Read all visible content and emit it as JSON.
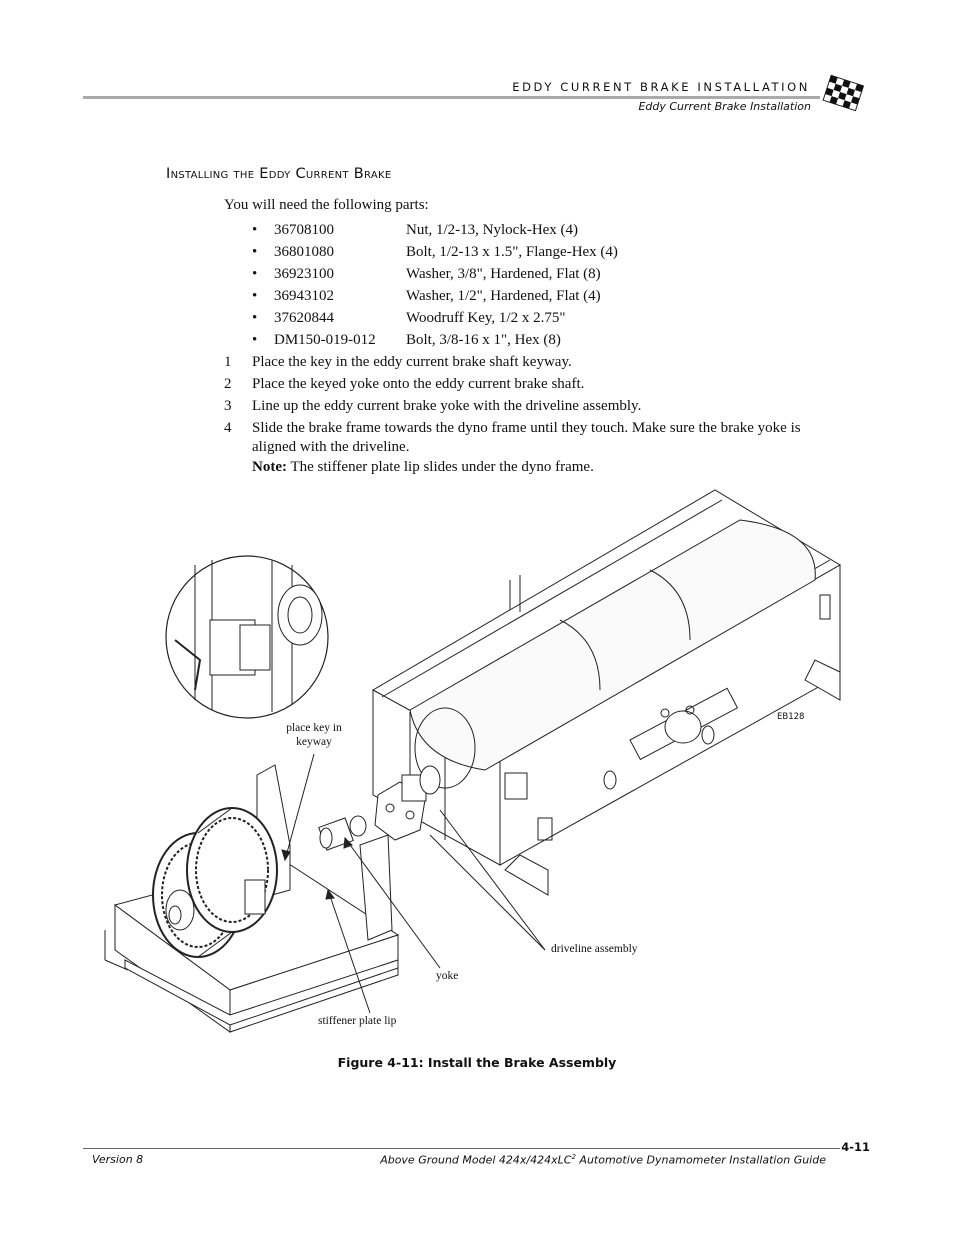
{
  "header": {
    "chapter": "EDDY CURRENT BRAKE INSTALLATION",
    "section": "Eddy Current Brake Installation"
  },
  "heading": "Installing the Eddy Current Brake",
  "intro": "You will need the following parts:",
  "parts": [
    {
      "number": "36708100",
      "description": "Nut, 1/2-13, Nylock-Hex (4)"
    },
    {
      "number": "36801080",
      "description": "Bolt, 1/2-13 x 1.5\", Flange-Hex (4)"
    },
    {
      "number": "36923100",
      "description": "Washer, 3/8\", Hardened, Flat (8)"
    },
    {
      "number": "36943102",
      "description": "Washer, 1/2\", Hardened, Flat (4)"
    },
    {
      "number": "37620844",
      "description": "Woodruff Key, 1/2 x 2.75\""
    },
    {
      "number": "DM150-019-012",
      "description": "Bolt, 3/8-16 x 1\", Hex (8)"
    }
  ],
  "bullet": "•",
  "steps": [
    {
      "num": "1",
      "text": "Place the key in the eddy current brake shaft keyway."
    },
    {
      "num": "2",
      "text": "Place the keyed yoke onto the eddy current brake shaft."
    },
    {
      "num": "3",
      "text": "Line up the eddy current brake yoke with the driveline assembly."
    },
    {
      "num": "4",
      "text": "Slide the brake frame towards the dyno frame until they touch. Make sure the brake yoke is aligned with the driveline."
    }
  ],
  "note": {
    "label": "Note:",
    "text": " The stiffener plate lip slides under the dyno frame."
  },
  "figure": {
    "callouts": {
      "key_line1": "place key in",
      "key_line2": "keyway",
      "driveline": "driveline assembly",
      "yoke": "yoke",
      "stiffener": "stiffener plate lip",
      "drawing_id": "EB128"
    },
    "caption": "Figure 4-11: Install the Brake Assembly"
  },
  "footer": {
    "page": "4-11",
    "version": "Version 8",
    "guide_pre": "Above Ground Model 424x/424xLC",
    "guide_sup": "2",
    "guide_post": " Automotive Dynamometer Installation Guide"
  }
}
